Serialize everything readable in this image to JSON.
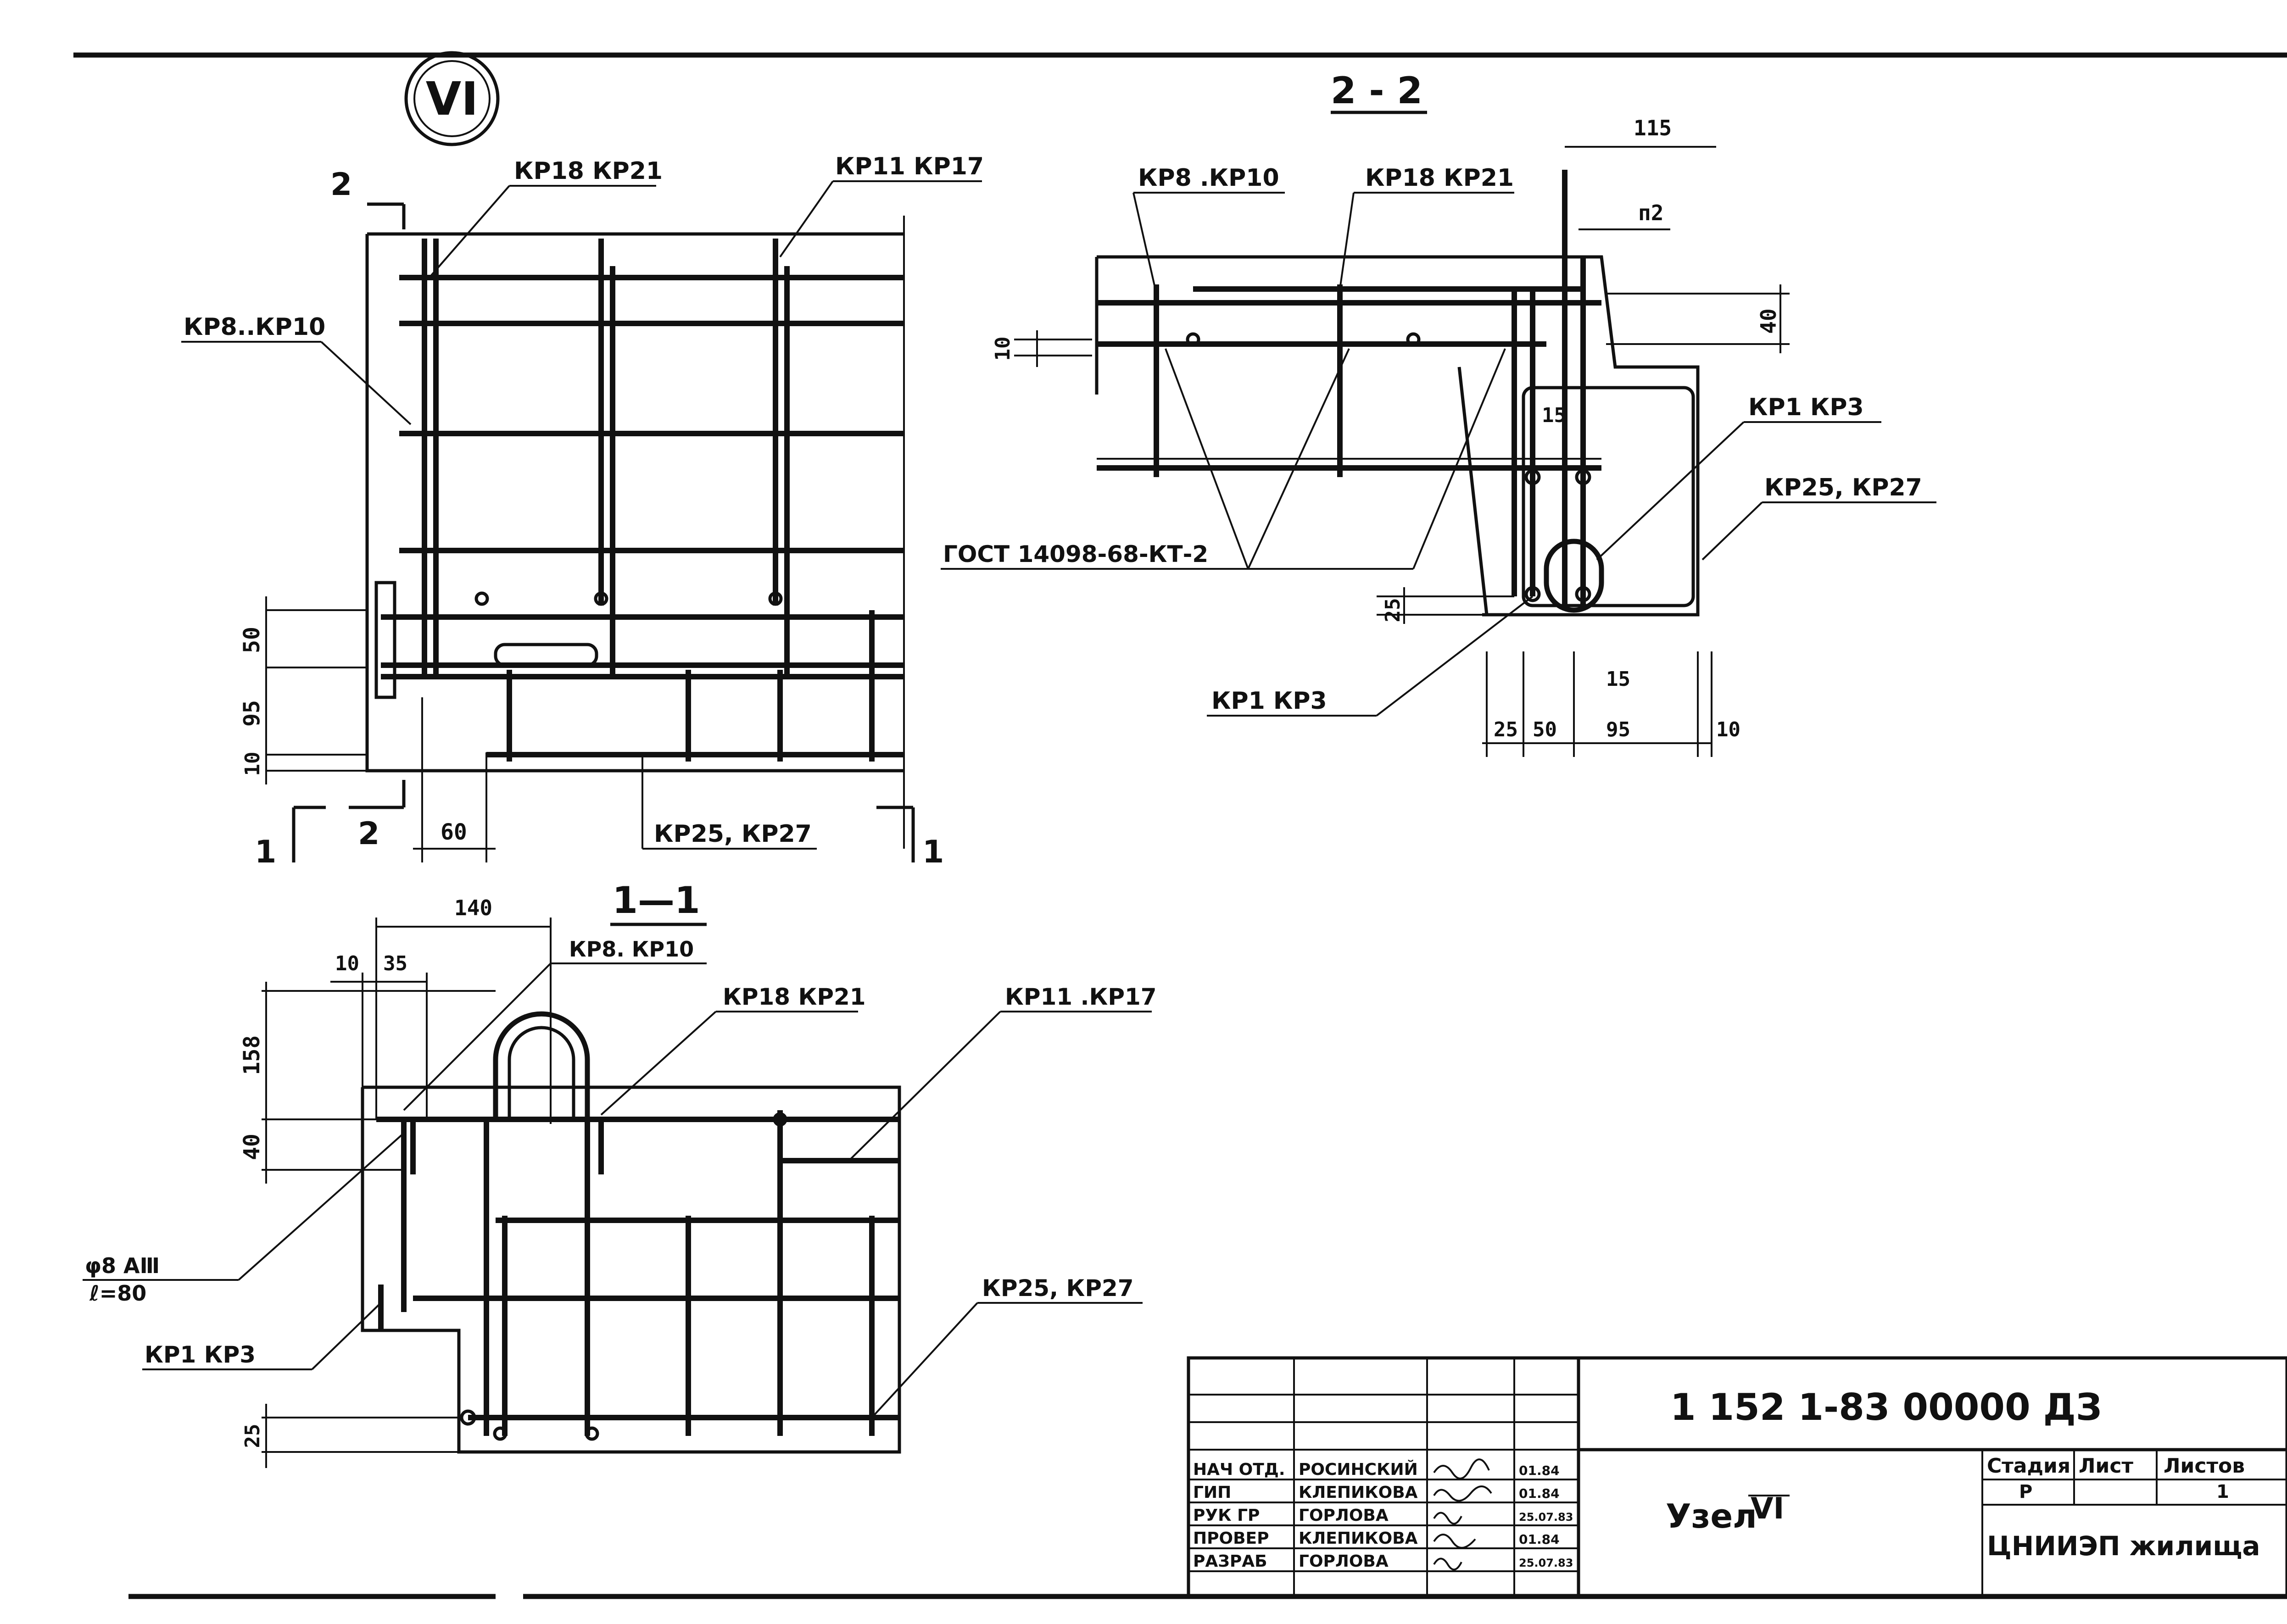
{
  "node_mark": "VI",
  "sections": {
    "top_left": {
      "labels": [
        "КР18 КР21",
        "КР11 КР17",
        "КР8..КР10",
        "КР25, КР27"
      ],
      "dims": [
        "50",
        "95",
        "10",
        "60"
      ],
      "cut_marks": [
        "2",
        "2",
        "1",
        "1"
      ]
    },
    "section_2_2": {
      "title": "2 - 2",
      "labels": [
        "КР8 .КР10",
        "КР18 КР21",
        "КР1 КР3",
        "КР25, КР27",
        "ГОСТ 14098-68-КТ-2",
        "КР1 КР3"
      ],
      "dims": [
        "115",
        "п2",
        "40",
        "10",
        "15",
        "25",
        "15",
        "25",
        "50",
        "95",
        "10"
      ]
    },
    "section_1_1": {
      "title": "1—1",
      "labels": [
        "КР8. КР10",
        "КР18 КР21",
        "КР11 .КР17",
        "КР25, КР27",
        "КР1 КР3",
        "φ8 АⅢ",
        "ℓ=80"
      ],
      "dims": [
        "140",
        "10",
        "35",
        "158",
        "40",
        "25"
      ]
    }
  },
  "title_block": {
    "doc_code": "1 152 1-83    00000 ДЗ",
    "title_prefix": "Узел",
    "title_mark": "VI",
    "stage_header": "Стадия",
    "sheet_header": "Лист",
    "sheets_header": "Листов",
    "stage_value": "Р",
    "sheets_value": "1",
    "org": "ЦНИИЭП жилища",
    "rows": [
      {
        "role": "НАЧ ОТД.",
        "name": "РОСИНСКИЙ",
        "date": "01.84"
      },
      {
        "role": "ГИП",
        "name": "КЛЕПИКОВА",
        "date": "01.84"
      },
      {
        "role": "РУК ГР",
        "name": "ГОРЛОВА",
        "date": "25.07.83"
      },
      {
        "role": "ПРОВЕР",
        "name": "КЛЕПИКОВА",
        "date": "01.84"
      },
      {
        "role": "РАЗРАБ",
        "name": "ГОРЛОВА",
        "date": "25.07.83"
      }
    ]
  }
}
